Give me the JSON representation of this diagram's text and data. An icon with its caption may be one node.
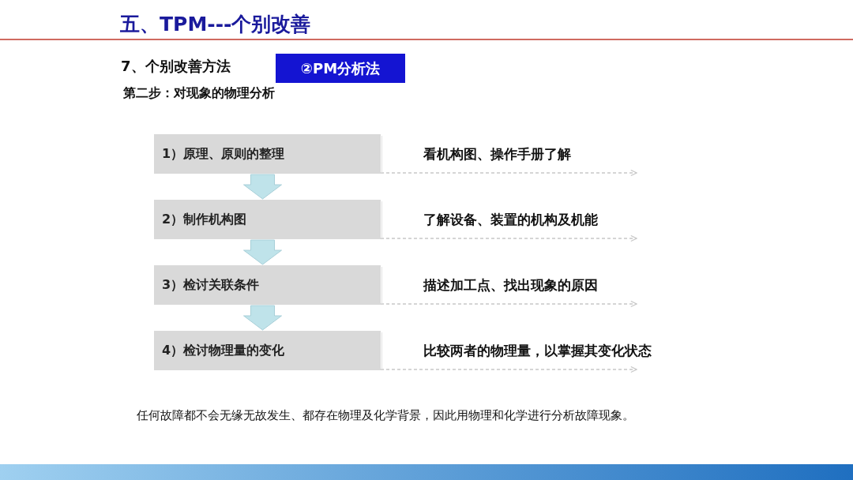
{
  "diagram": {
    "title": "五、TPM---个别改善",
    "nodes": [
      {
        "text": [
          "1）原理、原则的整理"
        ]
      },
      {
        "text": [
          "2）制作机构图"
        ]
      },
      {
        "text": [
          "3）检讨关联条件"
        ]
      },
      {
        "text": [
          "4）检讨物理量的变化"
        ]
      },
      {
        "text": [
          "看机构图、操作手册了解"
        ]
      },
      {
        "text": [
          "了解设备、装置的机构及机能"
        ]
      },
      {
        "text": [
          "描述加工点、找出现象的原因"
        ]
      },
      {
        "text": [
          "比较两者的物理量，以掌握其变化状态"
        ]
      },
      {
        "text": [
          "②PM分析法"
        ]
      }
    ],
    "edges": [
      {
        "from": 0,
        "to": 1,
        "arrow": "to"
      },
      {
        "from": 1,
        "to": 2,
        "arrow": "to"
      },
      {
        "from": 2,
        "to": 3,
        "arrow": "to"
      },
      {
        "from": 0,
        "to": 4,
        "arrow": "to",
        "style": "dashed"
      },
      {
        "from": 1,
        "to": 5,
        "arrow": "to",
        "style": "dashed"
      },
      {
        "from": 2,
        "to": 6,
        "arrow": "to",
        "style": "dashed"
      },
      {
        "from": 3,
        "to": 7,
        "arrow": "to",
        "style": "dashed"
      }
    ],
    "labels": [
      "7、个别改善方法",
      "第二步：对现象的物理分析",
      "任何故障都不会无缘无故发生、都存在物理及化学背景，因此用物理和化学进行分析故障现象。"
    ]
  }
}
